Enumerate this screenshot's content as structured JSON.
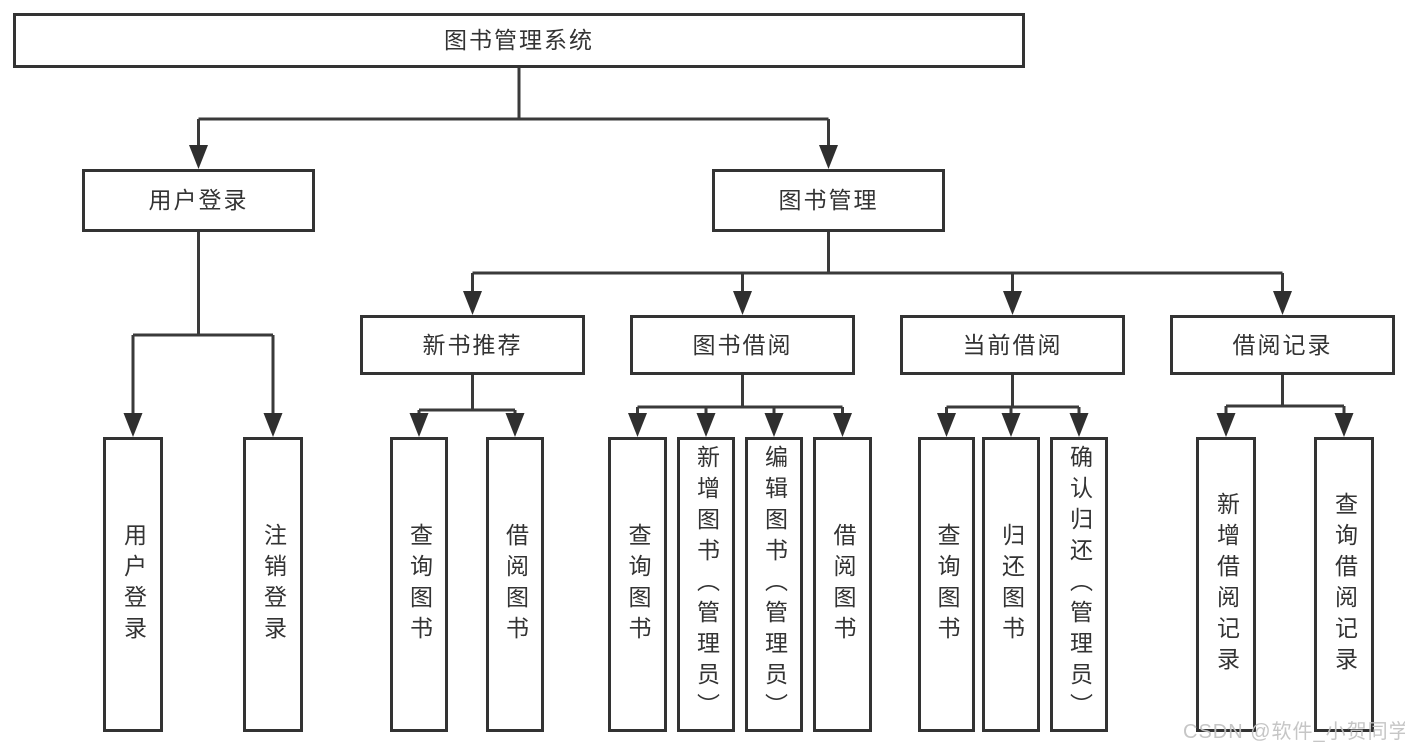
{
  "diagram": {
    "title": "图书管理系统",
    "nodes": {
      "root": {
        "label": "图书管理系统"
      },
      "level2": [
        {
          "label": "用户登录"
        },
        {
          "label": "图书管理"
        }
      ],
      "level3": [
        {
          "label": "新书推荐"
        },
        {
          "label": "图书借阅"
        },
        {
          "label": "当前借阅"
        },
        {
          "label": "借阅记录"
        }
      ],
      "leaves": {
        "login": [
          {
            "label": "用户登录"
          },
          {
            "label": "注销登录"
          }
        ],
        "newbook": [
          {
            "label": "查询图书"
          },
          {
            "label": "借阅图书"
          }
        ],
        "borrow": [
          {
            "label": "查询图书"
          },
          {
            "label": "新增图书（管理员）"
          },
          {
            "label": "编辑图书（管理员）"
          },
          {
            "label": "借阅图书"
          }
        ],
        "current": [
          {
            "label": "查询图书"
          },
          {
            "label": "归还图书"
          },
          {
            "label": "确认归还（管理员）"
          }
        ],
        "records": [
          {
            "label": "新增借阅记录"
          },
          {
            "label": "查询借阅记录"
          }
        ]
      }
    },
    "edges": [
      "图书管理系统→用户登录",
      "图书管理系统→图书管理",
      "用户登录→用户登录",
      "用户登录→注销登录",
      "图书管理→新书推荐",
      "图书管理→图书借阅",
      "图书管理→当前借阅",
      "图书管理→借阅记录",
      "新书推荐→查询图书",
      "新书推荐→借阅图书",
      "图书借阅→查询图书",
      "图书借阅→新增图书（管理员）",
      "图书借阅→编辑图书（管理员）",
      "图书借阅→借阅图书",
      "当前借阅→查询图书",
      "当前借阅→归还图书",
      "当前借阅→确认归还（管理员）",
      "借阅记录→新增借阅记录",
      "借阅记录→查询借阅记录"
    ],
    "colors": {
      "line": "#3a3a3a",
      "arrow": "#2f2f2f",
      "box_border": "#333333",
      "text": "#333333",
      "background": "#ffffff",
      "watermark": "#c3c3c3"
    }
  },
  "watermark": "CSDN @软件_小贺同学"
}
